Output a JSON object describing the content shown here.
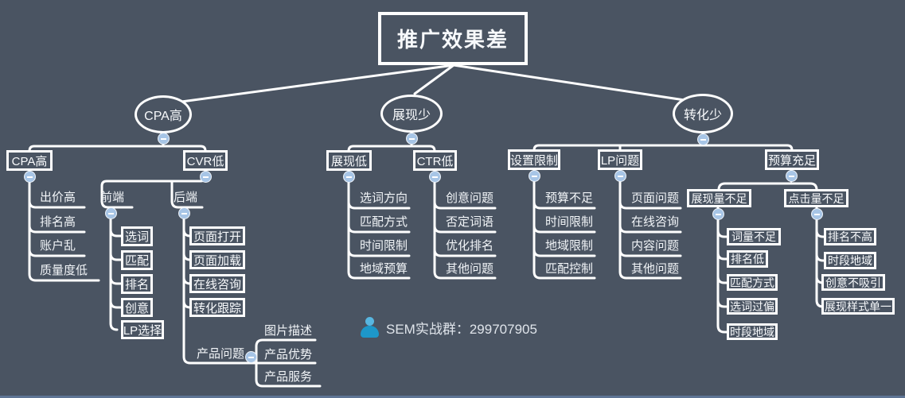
{
  "root": {
    "label": "推广效果差"
  },
  "branches": [
    {
      "label": "CPA高",
      "groups": [
        {
          "label": "CPA高",
          "items": [
            "出价高",
            "排名高",
            "账户乱",
            "质量度低"
          ]
        },
        {
          "label": "CVR低",
          "subgroups": [
            {
              "label": "前端",
              "items": [
                "选词",
                "匹配",
                "排名",
                "创意",
                "LP选择"
              ]
            },
            {
              "label": "后端",
              "items": [
                "页面打开",
                "页面加载",
                "在线咨询",
                "转化跟踪"
              ],
              "sub": {
                "label": "产品问题",
                "items": [
                  "图片描述",
                  "产品优势",
                  "产品服务"
                ]
              }
            }
          ]
        }
      ]
    },
    {
      "label": "展现少",
      "groups": [
        {
          "label": "展现低",
          "items": [
            "选词方向",
            "匹配方式",
            "时间限制",
            "地域预算"
          ]
        },
        {
          "label": "CTR低",
          "items": [
            "创意问题",
            "否定词语",
            "优化排名",
            "其他问题"
          ]
        }
      ]
    },
    {
      "label": "转化少",
      "groups": [
        {
          "label": "设置限制",
          "items": [
            "预算不足",
            "时间限制",
            "地域限制",
            "匹配控制"
          ]
        },
        {
          "label": "LP问题",
          "items": [
            "页面问题",
            "在线咨询",
            "内容问题",
            "其他问题"
          ]
        },
        {
          "label": "预算充足",
          "subgroups": [
            {
              "label": "展现量不足",
              "items": [
                "词量不足",
                "排名低",
                "匹配方式",
                "选词过偏",
                "时段地域"
              ]
            },
            {
              "label": "点击量不足",
              "items": [
                "排名不高",
                "时段地域",
                "创意不吸引",
                "展现样式单一"
              ]
            }
          ]
        }
      ]
    }
  ],
  "watermark": {
    "icon": "person-icon",
    "text": "SEM实战群：299707905"
  },
  "colors": {
    "background": "#4a5462",
    "line": "#ffffff",
    "text": "#f7f9fb",
    "collapse_button": "#a7c5e6",
    "watermark_icon": "#1d97c9",
    "bottom_strip": "#5e7494"
  }
}
